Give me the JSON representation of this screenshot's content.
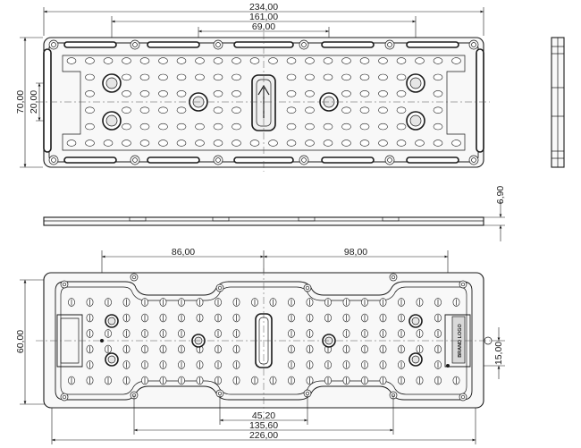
{
  "top_view": {
    "dim_overall_width": "234,00",
    "dim_mid_width": "161,00",
    "dim_inner_width": "69,00",
    "dim_height": "70,00",
    "dim_inner_height": "20,00"
  },
  "side_view": {
    "dim_thickness": "6,90"
  },
  "bottom_view": {
    "dim_left_span": "86,00",
    "dim_right_span": "98,00",
    "dim_height": "60,00",
    "dim_offset": "15,00",
    "dim_small_span": "45,20",
    "dim_mid_span": "135,60",
    "dim_overall_width": "226,00",
    "label_vertical": "BRAND LOGO"
  }
}
